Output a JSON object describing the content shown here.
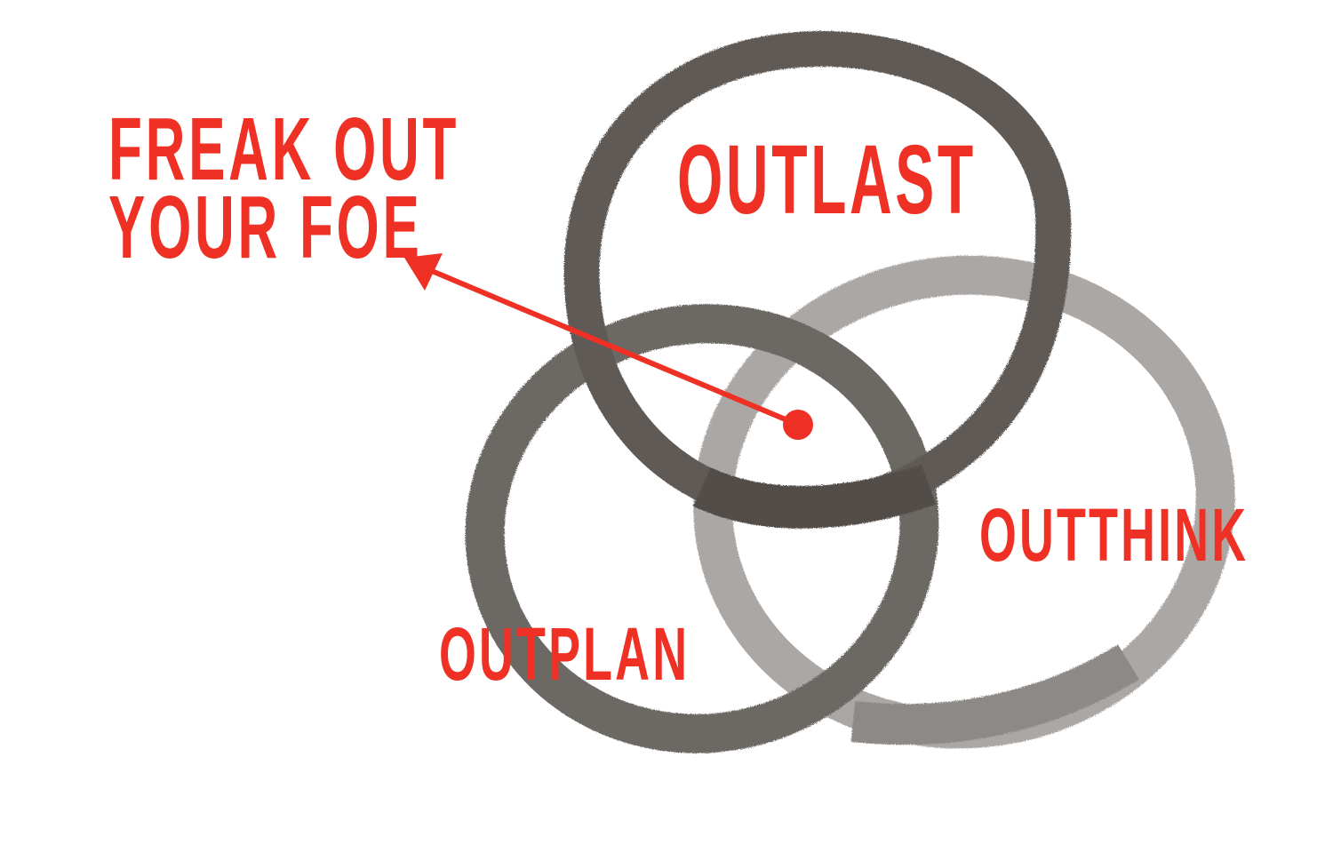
{
  "diagram": {
    "type": "venn-brush-rings",
    "colors": {
      "label": "#ee3124",
      "ring_dark": "#5f5a57",
      "ring_light": "#a9a6a4",
      "background": "#ffffff"
    },
    "callout": {
      "line1": "FREAK OUT",
      "line2": "YOUR FOE",
      "points_to": "center intersection"
    },
    "sets": [
      {
        "id": "outlast",
        "label": "OUTLAST",
        "position": "top"
      },
      {
        "id": "outthink",
        "label": "OUTTHINK",
        "position": "right"
      },
      {
        "id": "outplan",
        "label": "OUTPLAN",
        "position": "bottom-left"
      }
    ]
  }
}
